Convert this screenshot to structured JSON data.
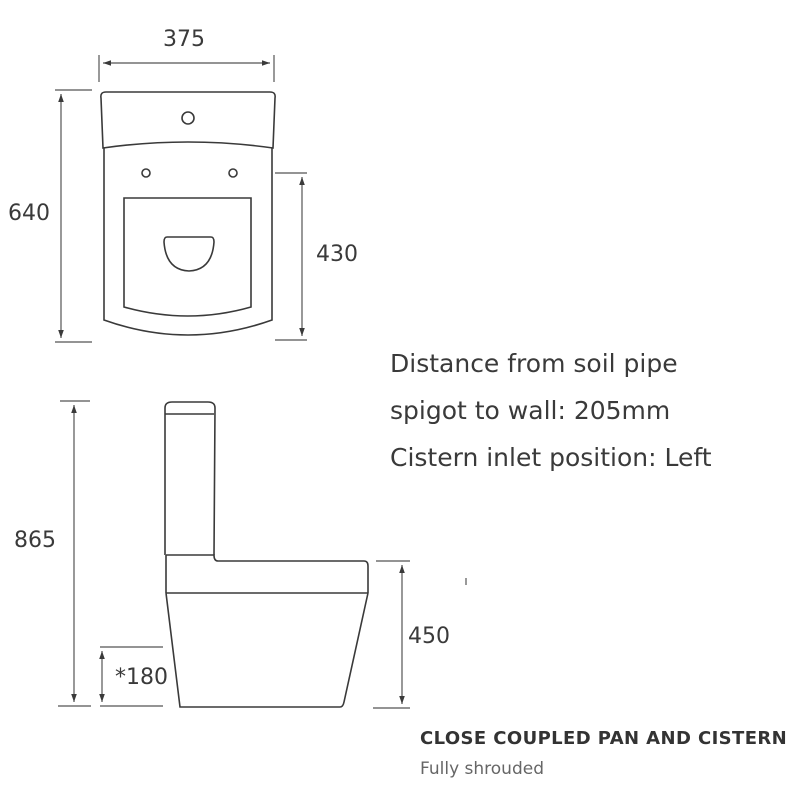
{
  "plan_view": {
    "width_label": "375",
    "depth_label": "640",
    "pan_depth_label": "430"
  },
  "side_view": {
    "height_label": "865",
    "seat_height_label": "450",
    "outlet_height_label": "*180"
  },
  "specs": [
    "Distance from soil pipe",
    "spigot to wall: 205mm",
    "Cistern inlet position: Left"
  ],
  "product": {
    "title": "CLOSE COUPLED PAN AND CISTERN",
    "subtitle": "Fully shrouded"
  },
  "colors": {
    "line": "#3a3a3a",
    "dim_line": "#555555",
    "text": "#3a3a3a"
  }
}
